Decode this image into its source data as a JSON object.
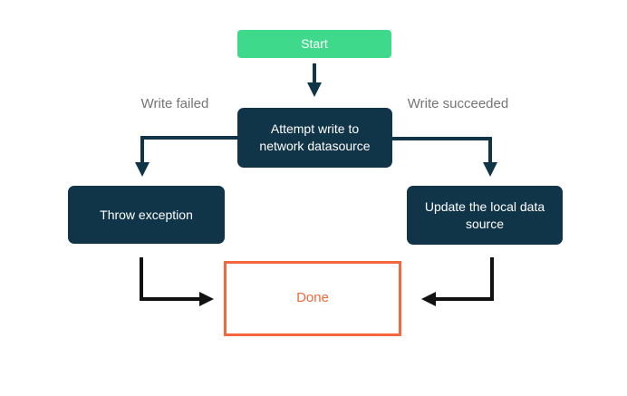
{
  "colors": {
    "start_green": "#3ed98a",
    "process_navy": "#113548",
    "done_orange": "#f3683d",
    "edge_label_gray": "#757575",
    "arrow_black": "#111111",
    "background": "#ffffff"
  },
  "flowchart": {
    "type": "flowchart",
    "nodes": {
      "start": {
        "label": "Start",
        "kind": "start"
      },
      "attempt": {
        "label": "Attempt write to network datasource",
        "kind": "process"
      },
      "throw_exception": {
        "label": "Throw exception",
        "kind": "process"
      },
      "update_local": {
        "label": "Update the local data source",
        "kind": "process"
      },
      "done": {
        "label": "Done",
        "kind": "end"
      }
    },
    "edge_labels": {
      "write_failed": "Write failed",
      "write_succeeded": "Write succeeded"
    },
    "edges": [
      {
        "from": "start",
        "to": "attempt",
        "label": ""
      },
      {
        "from": "attempt",
        "to": "throw_exception",
        "label": "Write failed"
      },
      {
        "from": "attempt",
        "to": "update_local",
        "label": "Write succeeded"
      },
      {
        "from": "throw_exception",
        "to": "done",
        "label": ""
      },
      {
        "from": "update_local",
        "to": "done",
        "label": ""
      }
    ]
  }
}
